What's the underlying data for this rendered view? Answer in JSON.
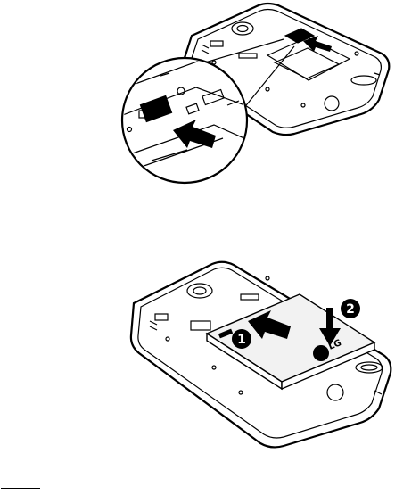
{
  "page": {
    "figures": [
      {
        "name": "sim-card-insertion",
        "kind": "illustration",
        "callout": "magnified-sim-slot"
      },
      {
        "name": "battery-insertion",
        "kind": "illustration"
      }
    ],
    "steps": [
      "1",
      "2"
    ],
    "logo_text": "LG",
    "colors": {
      "line": "#000000",
      "arrow": "#000000",
      "battery_top": "#f2f2f2",
      "panel": "#ffffff"
    }
  }
}
